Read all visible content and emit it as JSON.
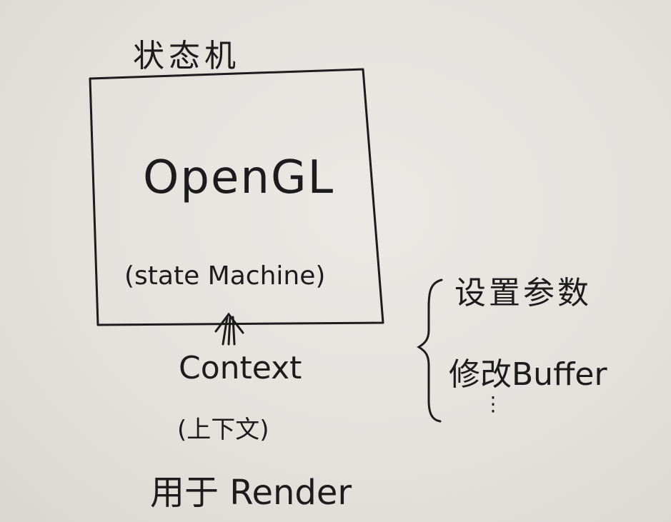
{
  "diagram": {
    "title": "状态机",
    "box": {
      "main_label": "OpenGL",
      "sub_label": "(state Machine)"
    },
    "context": {
      "label": "Context",
      "label_cn": "(上下文)"
    },
    "usage": "用于 Render",
    "brace_items": [
      "设置参数",
      "修改Buffer",
      "⋮"
    ],
    "colors": {
      "paper": "#e4e2de",
      "ink": "#1c1c1c"
    }
  }
}
